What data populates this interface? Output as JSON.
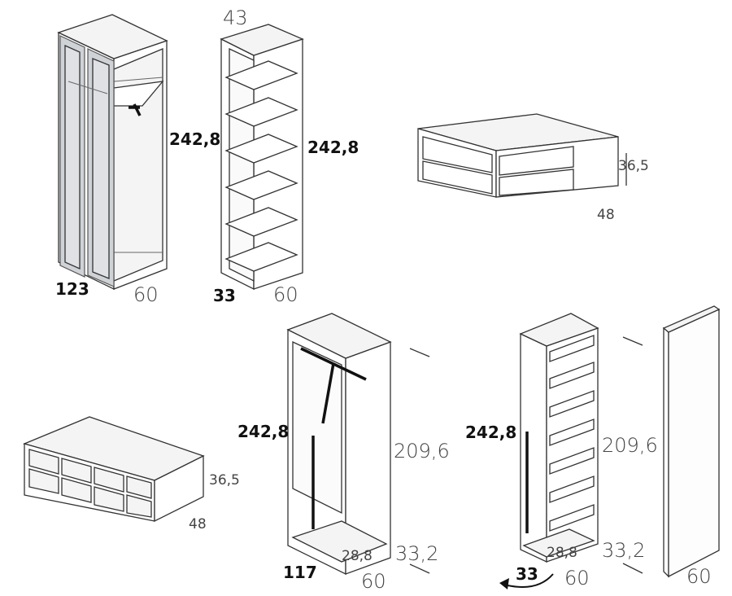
{
  "dimensions": {
    "wardrobe_glass": {
      "height": "242,8",
      "width": "123",
      "depth": "60"
    },
    "shelf_unit": {
      "top": "43",
      "height": "242,8",
      "width": "33",
      "depth": "60"
    },
    "drawer_bench": {
      "height": "36,5",
      "depth": "48"
    },
    "cube_bench": {
      "height": "36,5",
      "depth": "48"
    },
    "wardrobe_rod": {
      "height": "242,8",
      "inner_height": "209,6",
      "width": "117",
      "depth": "60",
      "inner_depth": "28,8",
      "inner_width": "33,2"
    },
    "wardrobe_shelves": {
      "height": "242,8",
      "inner_height": "209,6",
      "width": "33",
      "depth": "60",
      "inner_depth": "28,8",
      "inner_width": "33,2"
    },
    "side_panel": {
      "depth": "60"
    }
  }
}
